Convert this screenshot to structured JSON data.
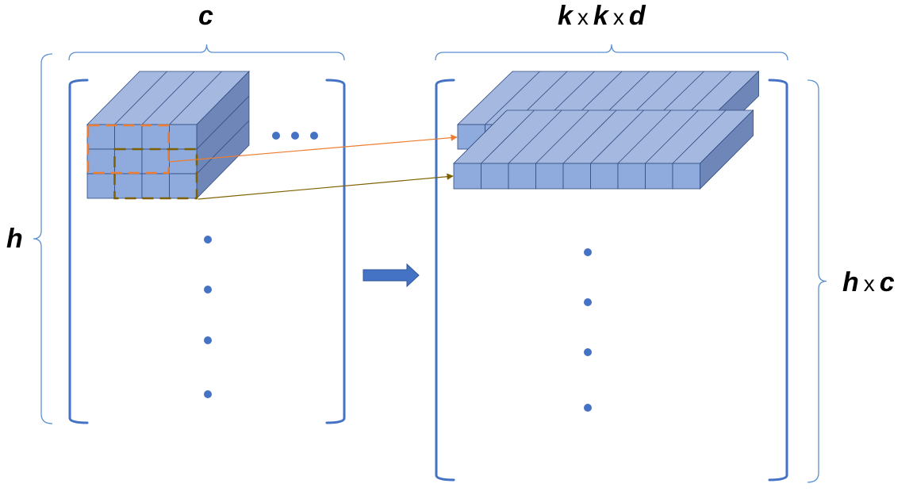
{
  "labels": {
    "left_width": "c",
    "left_height": "h",
    "right_width_k1": "k",
    "right_width_op1": "x",
    "right_width_k2": "k",
    "right_width_op2": "x",
    "right_width_d": "d",
    "right_height_h": "h",
    "right_height_op": "x",
    "right_height_c": "c"
  },
  "colors": {
    "bracket": "#4472c4",
    "brace": "#5b8fd0",
    "cube_front": "#8faadc",
    "cube_top": "#a4b8e0",
    "cube_side": "#6f87b8",
    "cube_edge": "#2f4a80",
    "dot": "#4472c4",
    "arrow_block": "#4472c4",
    "highlight_orange": "#ed7d31",
    "highlight_olive": "#7f6000"
  },
  "icons": {
    "transform_arrow": "right-block-arrow-icon",
    "ellipsis_dots": "ellipsis-icon"
  }
}
